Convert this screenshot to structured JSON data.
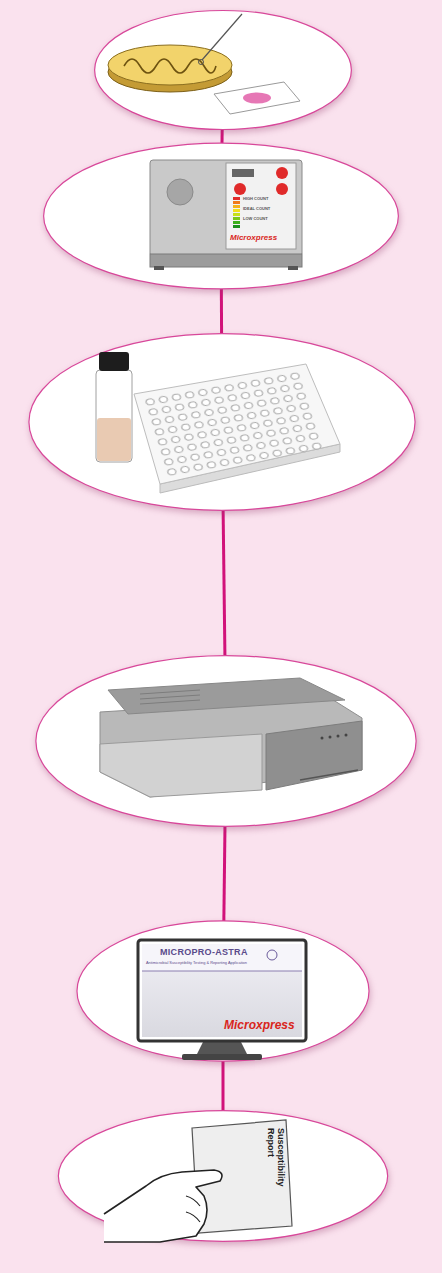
{
  "diagram": {
    "nodes": [
      {
        "text": []
      },
      {
        "text": [
          "HIGH COUNT",
          "IDEAL COUNT",
          "LOW COUNT",
          "Microxpress"
        ]
      },
      {
        "text": []
      },
      {
        "text": []
      },
      {
        "text": [
          "MICROPRO-ASTRA",
          "Antimicrobial Susceptibility Testing & Reporting Application",
          "Microxpress"
        ]
      },
      {
        "text": [
          "Susceptibility Report"
        ]
      }
    ],
    "edges": [
      {
        "from": 0,
        "to": 1,
        "arrow": "none"
      },
      {
        "from": 1,
        "to": 2,
        "arrow": "none"
      },
      {
        "from": 2,
        "to": 3,
        "arrow": "none"
      },
      {
        "from": 3,
        "to": 4,
        "arrow": "none"
      },
      {
        "from": 4,
        "to": 5,
        "arrow": "none"
      }
    ]
  }
}
